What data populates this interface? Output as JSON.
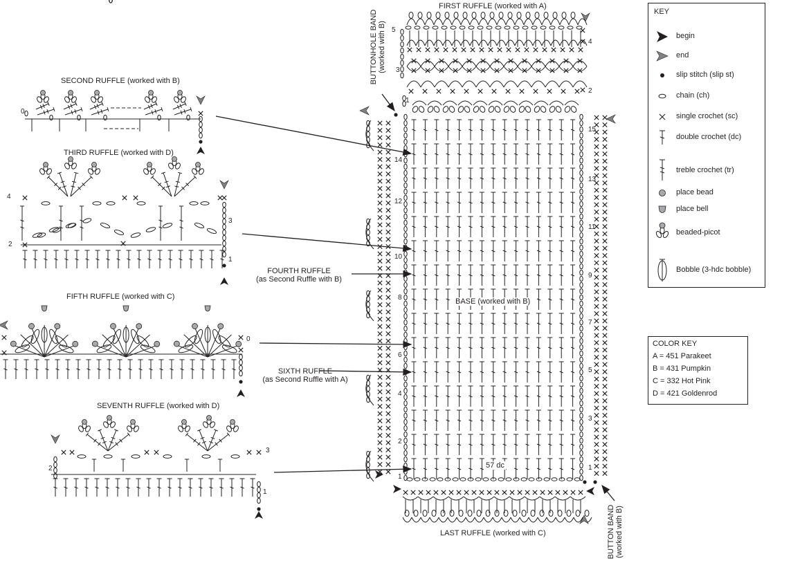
{
  "labels": {
    "first_ruffle": "FIRST RUFFLE (worked with A)",
    "second_ruffle": "SECOND RUFFLE (worked with B)",
    "third_ruffle": "THIRD RUFFLE (worked with D)",
    "fourth_ruffle": "FOURTH RUFFLE",
    "fourth_ruffle_sub": "(as Second Ruffle with B)",
    "fifth_ruffle": "FIFTH RUFFLE (worked with C)",
    "sixth_ruffle": "SIXTH RUFFLE",
    "sixth_ruffle_sub": "(as Second Ruffle with A)",
    "seventh_ruffle": "SEVENTH RUFFLE (worked with D)",
    "last_ruffle": "LAST RUFFLE (worked with C)",
    "base": "BASE (worked with B)",
    "dc_count": "57 dc",
    "buttonhole_band": "BUTTONHOLE BAND",
    "buttonhole_band_sub": "(worked with B)",
    "button_band": "BUTTON BAND",
    "button_band_sub": "(worked with B)"
  },
  "row_numbers": {
    "base_left": [
      "1",
      "2",
      "4",
      "6",
      "8",
      "10",
      "12",
      "14"
    ],
    "base_right": [
      "1",
      "3",
      "5",
      "7",
      "9",
      "11",
      "13",
      "15"
    ],
    "first_ruffle": [
      "1",
      "2",
      "3",
      "4",
      "5"
    ],
    "third_ruffle": [
      "1",
      "2",
      "3",
      "4"
    ],
    "fifth_ruffle": [
      "0"
    ],
    "seventh_ruffle": [
      "1",
      "2",
      "3"
    ],
    "second_ruffle": [
      "0"
    ]
  },
  "key": {
    "title": "KEY",
    "items": [
      {
        "icon": "begin-arrow-icon",
        "label": "begin"
      },
      {
        "icon": "end-arrow-icon",
        "label": "end"
      },
      {
        "icon": "slip-stitch-icon",
        "label": "slip stitch (slip st)"
      },
      {
        "icon": "chain-icon",
        "label": "chain (ch)"
      },
      {
        "icon": "single-crochet-icon",
        "label": "single crochet (sc)"
      },
      {
        "icon": "double-crochet-icon",
        "label": "double crochet (dc)"
      },
      {
        "icon": "treble-crochet-icon",
        "label": "treble crochet (tr)"
      },
      {
        "icon": "place-bead-icon",
        "label": "place bead"
      },
      {
        "icon": "place-bell-icon",
        "label": "place bell"
      },
      {
        "icon": "beaded-picot-icon",
        "label": "beaded-picot"
      },
      {
        "icon": "bobble-icon",
        "label": "Bobble (3-hdc bobble)"
      }
    ]
  },
  "color_key": {
    "title": "COLOR KEY",
    "items": [
      "A = 451 Parakeet",
      "B = 431 Pumpkin",
      "C = 332 Hot Pink",
      "D = 421 Goldenrod"
    ]
  },
  "colors": {
    "ink": "#231f20",
    "bead": "#a7a9ac",
    "end_arrow": "#808285"
  }
}
